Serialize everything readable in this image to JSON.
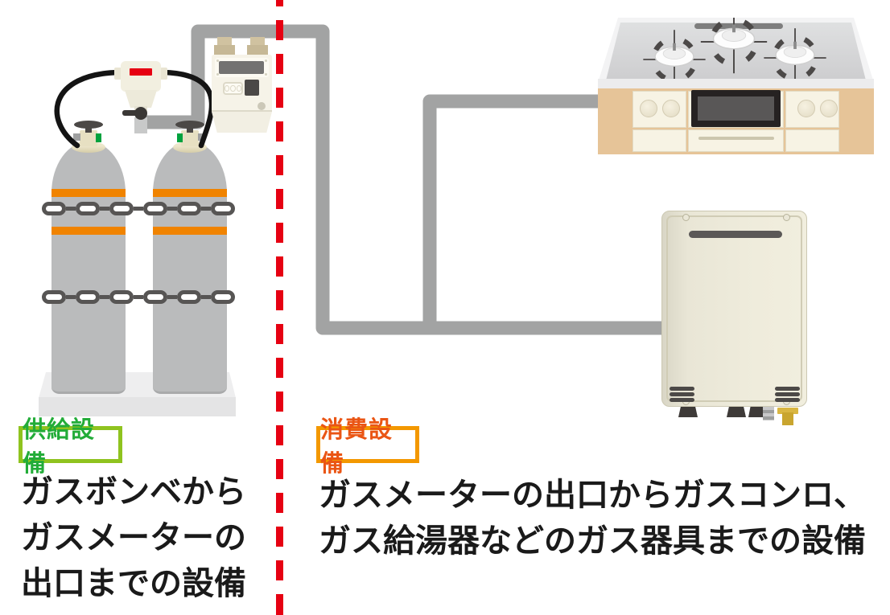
{
  "supply": {
    "badge": "供給設備",
    "lines": [
      "ガスボンベから",
      "ガスメーターの",
      "出口までの設備"
    ]
  },
  "consumption": {
    "badge": "消費設備",
    "lines": [
      "ガスメーターの出口からガスコンロ、",
      "ガス給湯器などのガス器具までの設備"
    ]
  },
  "colors": {
    "divider_red": "#e60012",
    "supply_badge_text": "#22ac38",
    "supply_badge_border": "#8fc31f",
    "consumption_badge_text": "#ea5514",
    "consumption_badge_border": "#f39800",
    "pipe_gray": "#a2a3a3",
    "cylinder_gray": "#babbbc",
    "cylinder_band_orange": "#f08300",
    "chain_gray": "#575554",
    "meter_cream": "#f6f3e8",
    "stove_tan": "#e6c498",
    "heater_cream": "#e9e6d6",
    "regulator_indicator_red": "#e60012"
  },
  "icons": {
    "left_of_divider": [
      "gas-cylinder",
      "gas-cylinder",
      "pressure-regulator",
      "gas-meter"
    ],
    "right_of_divider": [
      "gas-stove",
      "water-heater"
    ],
    "connections": [
      "gas-pipe",
      "rubber-hose",
      "safety-chain"
    ]
  }
}
